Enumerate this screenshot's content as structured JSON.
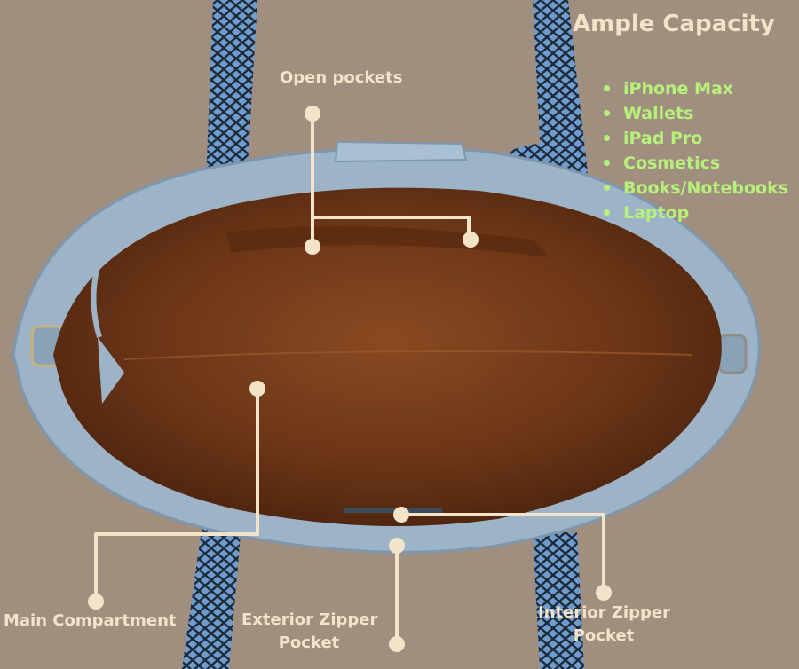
{
  "capacity": {
    "title": "Ample Capacity",
    "items": [
      "iPhone Max",
      "Wallets",
      "iPad Pro",
      "Cosmetics",
      "Books/Notebooks",
      "Laptop"
    ]
  },
  "callouts": {
    "open_pockets": "Open pockets",
    "main_compartment": "Main Compartment",
    "exterior_zipper_line1": "Exterior Zipper",
    "exterior_zipper_line2": "Pocket",
    "interior_zipper_line1": "Interior Zipper",
    "interior_zipper_line2": "Pocket"
  },
  "colors": {
    "background": "#a08e7f",
    "callout": "#f3e3c8",
    "list_accent": "#b7f07a",
    "bag_exterior": "#9db3c8",
    "bag_lining": "#7a3e1c",
    "strap_dark": "#1c2a3a",
    "strap_light": "#6f9ccc"
  }
}
